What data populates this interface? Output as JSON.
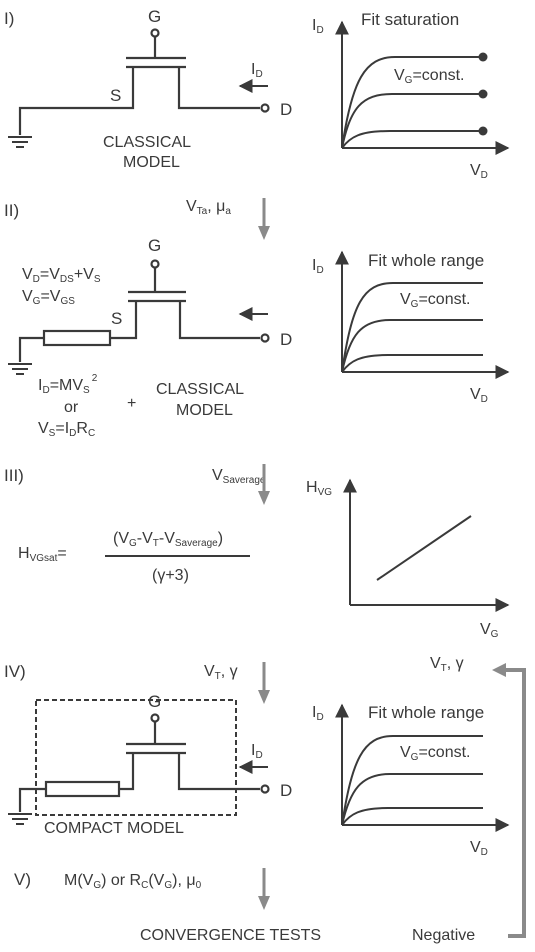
{
  "sections": {
    "s1": {
      "label": "I)",
      "gate": "G",
      "source": "S",
      "drain": "D",
      "current": "I",
      "current_sub": "D",
      "model": [
        "CLASSICAL",
        "MODEL"
      ],
      "chart_title": "Fit saturation",
      "chart_curve_label": "V",
      "chart_curve_label_sub": "G",
      "chart_curve_label_tail": "=const.",
      "y_axis": "I",
      "y_axis_sub": "D",
      "x_axis": "V",
      "x_axis_sub": "D"
    },
    "s2": {
      "label": "II)",
      "params": "V",
      "params_sub": "Ta",
      "params_sep": ", μ",
      "params_sub2": "a",
      "gate": "G",
      "source": "S",
      "drain": "D",
      "eq1": "V",
      "eq1_sub": "D",
      "eq1_mid": "=V",
      "eq1_sub2": "DS",
      "eq1_mid2": "+V",
      "eq1_sub3": "S",
      "eq2": "V",
      "eq2_sub": "G",
      "eq2_mid": "=V",
      "eq2_sub2": "GS",
      "eq3": "I",
      "eq3_sub": "D",
      "eq3_mid": "=MV",
      "eq3_sub2": "S",
      "eq3_sup": "2",
      "eq_or": "or",
      "eq4": "V",
      "eq4_sub": "S",
      "eq4_mid": "=I",
      "eq4_sub2": "D",
      "eq4_mid2": "R",
      "eq4_sub3": "C",
      "plus": "+",
      "model": [
        "CLASSICAL",
        "MODEL"
      ],
      "chart_title": "Fit whole range",
      "chart_curve_label": "V",
      "chart_curve_label_sub": "G",
      "chart_curve_label_tail": "=const.",
      "y_axis": "I",
      "y_axis_sub": "D",
      "x_axis": "V",
      "x_axis_sub": "D"
    },
    "s3": {
      "label": "III)",
      "params": "V",
      "params_sub": "Saverage",
      "h_lhs": "H",
      "h_lhs_sub": "VGsat",
      "h_eq": "=",
      "num_a": "(V",
      "num_a_sub": "G",
      "num_b": "-V",
      "num_b_sub": "T",
      "num_c": "-V",
      "num_c_sub": "Saverage",
      "num_d": ")",
      "den": "(γ+3)",
      "y_axis": "H",
      "y_axis_sub": "VG",
      "x_axis": "V",
      "x_axis_sub": "G"
    },
    "s4": {
      "label": "IV)",
      "params": "V",
      "params_sub": "T",
      "params_sep": ", γ",
      "feedback": "V",
      "feedback_sub": "T",
      "feedback_sep": ", γ",
      "gate": "G",
      "drain": "D",
      "current": "I",
      "current_sub": "D",
      "model": "COMPACT MODEL",
      "chart_title": "Fit whole range",
      "chart_curve_label": "V",
      "chart_curve_label_sub": "G",
      "chart_curve_label_tail": "=const.",
      "y_axis": "I",
      "y_axis_sub": "D",
      "x_axis": "V",
      "x_axis_sub": "D"
    },
    "s5": {
      "label": "V)",
      "params_a": "M(V",
      "params_a_sub": "G",
      "params_b": ") or R",
      "params_b_sub": "C",
      "params_c": "(V",
      "params_c_sub": "G",
      "params_d": "), μ",
      "params_d_sub": "0",
      "result": "CONVERGENCE TESTS",
      "negative": "Negative"
    }
  },
  "colors": {
    "ink": "#3a3a3a",
    "arrow": "#8a8a8a"
  }
}
